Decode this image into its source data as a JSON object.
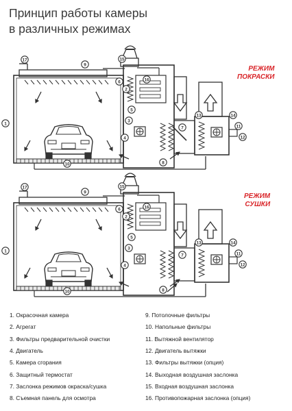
{
  "title": {
    "line1": "Принцип работы камеры",
    "line2": "в различных режимах"
  },
  "modes": {
    "paint": {
      "line1": "РЕЖИМ",
      "line2": "ПОКРАСКИ"
    },
    "dry": {
      "line1": "РЕЖИМ",
      "line2": "СУШКИ"
    }
  },
  "colors": {
    "accent": "#d9262a",
    "line": "#333333",
    "title": "#3a3a3a"
  },
  "callouts": [
    "1",
    "2",
    "3",
    "4",
    "5",
    "6",
    "7",
    "8",
    "9",
    "10",
    "11",
    "12",
    "13",
    "14",
    "15",
    "16",
    "17"
  ],
  "legend": {
    "left": [
      "1. Окрасочная камера",
      "2. Агрегат",
      "3. Фильтры предварительной очистки",
      "4. Двигатель",
      "5. Камера сгорания",
      "6. Защитный термостат",
      "7. Заслонка режимов окраска/сушка",
      "8. Съемная панель для осмотра"
    ],
    "right": [
      "9. Потолочные фильтры",
      "10. Напольные фильтры",
      "11. Вытяжной вентилятор",
      "12. Двигатель вытяжки",
      "13. Фильтры вытяжки (опция)",
      "14. Выходная воздушная заслонка",
      "15. Входная воздушная заслонка",
      "16. Противопожарная заслонка (опция)"
    ]
  }
}
